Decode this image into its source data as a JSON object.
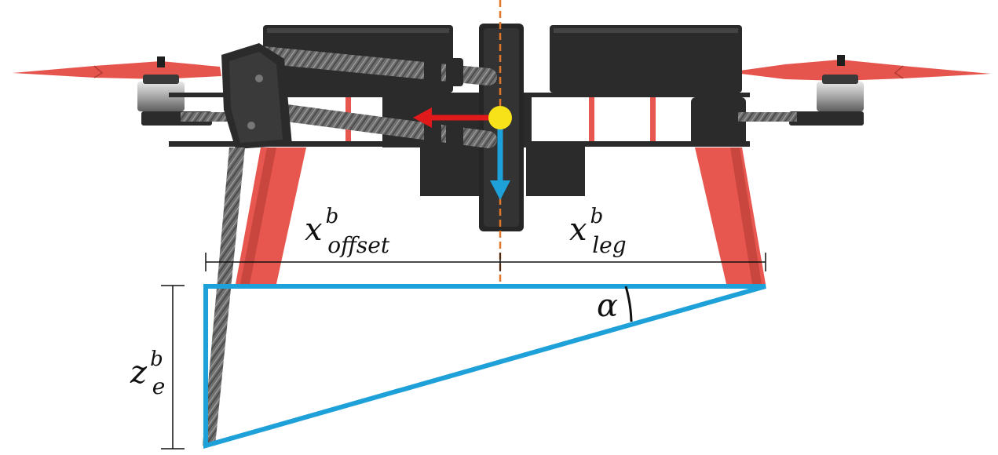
{
  "labels": {
    "x_offset": {
      "base": "x",
      "sup": "b",
      "sub": "offset"
    },
    "x_leg": {
      "base": "x",
      "sup": "b",
      "sub": "leg"
    },
    "z_e": {
      "base": "z",
      "sup": "b",
      "sub": "e"
    },
    "alpha": "α"
  },
  "colors": {
    "triangle": "#1ea0d8",
    "x_axis_arrow": "#e0191b",
    "z_axis_arrow": "#1ea0d8",
    "center_of_mass": "#f7e21a",
    "center_line": "#e0772a",
    "leg": "#e8574f",
    "propeller": "#e5554d",
    "frame_dark": "#2b2b2b",
    "carbon_rod": "#7b7b7b",
    "dimension_line": "#111111"
  },
  "icons": {
    "center_of_mass": "yellow-dot-icon",
    "x_axis": "red-arrow-left-icon",
    "z_axis": "blue-arrow-down-icon"
  }
}
